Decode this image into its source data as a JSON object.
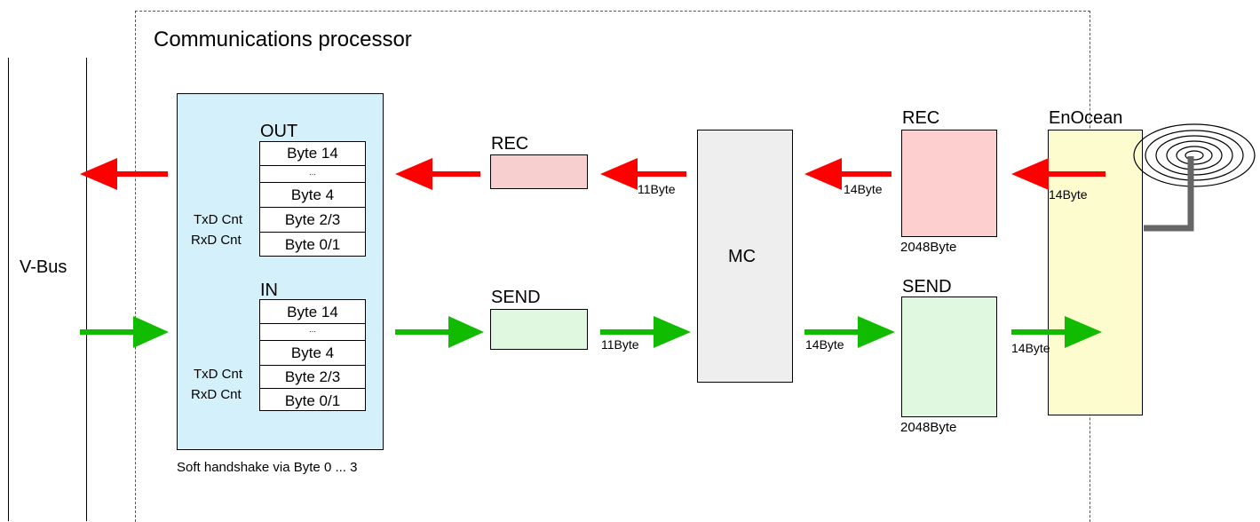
{
  "title": "Communications processor",
  "vbus_label": "V-Bus",
  "note": "Soft handshake via Byte 0 ... 3",
  "out_block": {
    "heading": "OUT",
    "rows": [
      "Byte 14",
      "...",
      "Byte 4",
      "Byte 2/3",
      "Byte 0/1"
    ],
    "side_labels": [
      "TxD Cnt",
      "RxD Cnt"
    ]
  },
  "in_block": {
    "heading": "IN",
    "rows": [
      "Byte 14",
      "...",
      "Byte 4",
      "Byte 2/3",
      "Byte 0/1"
    ],
    "side_labels": [
      "TxD Cnt",
      "RxD Cnt"
    ]
  },
  "rec_buffer_small": {
    "label": "REC"
  },
  "send_buffer_small": {
    "label": "SEND"
  },
  "mc": {
    "label": "MC"
  },
  "rec_buffer_large": {
    "label": "REC",
    "size": "2048Byte"
  },
  "send_buffer_large": {
    "label": "SEND",
    "size": "2048Byte"
  },
  "enocean": {
    "label": "EnOcean"
  },
  "flow_labels": {
    "rec_mc_out": "11Byte",
    "rec_large_out": "14Byte",
    "rec_enocean_out": "14Byte",
    "send_to_mc": "11Byte",
    "send_mc_out": "14Byte",
    "send_to_enocean": "14Byte"
  },
  "colors": {
    "cp_fill": "#d4f1fb",
    "rec_small_fill": "#f8cfcf",
    "send_small_fill": "#dff8df",
    "mc_fill": "#eeeeee",
    "rec_large_fill": "#fdcfcf",
    "send_large_fill": "#e0f7e0",
    "enocean_fill": "#fdfccf",
    "red_arrow": "#ff0000",
    "green_arrow": "#11bb00",
    "antenna": "#666666"
  }
}
